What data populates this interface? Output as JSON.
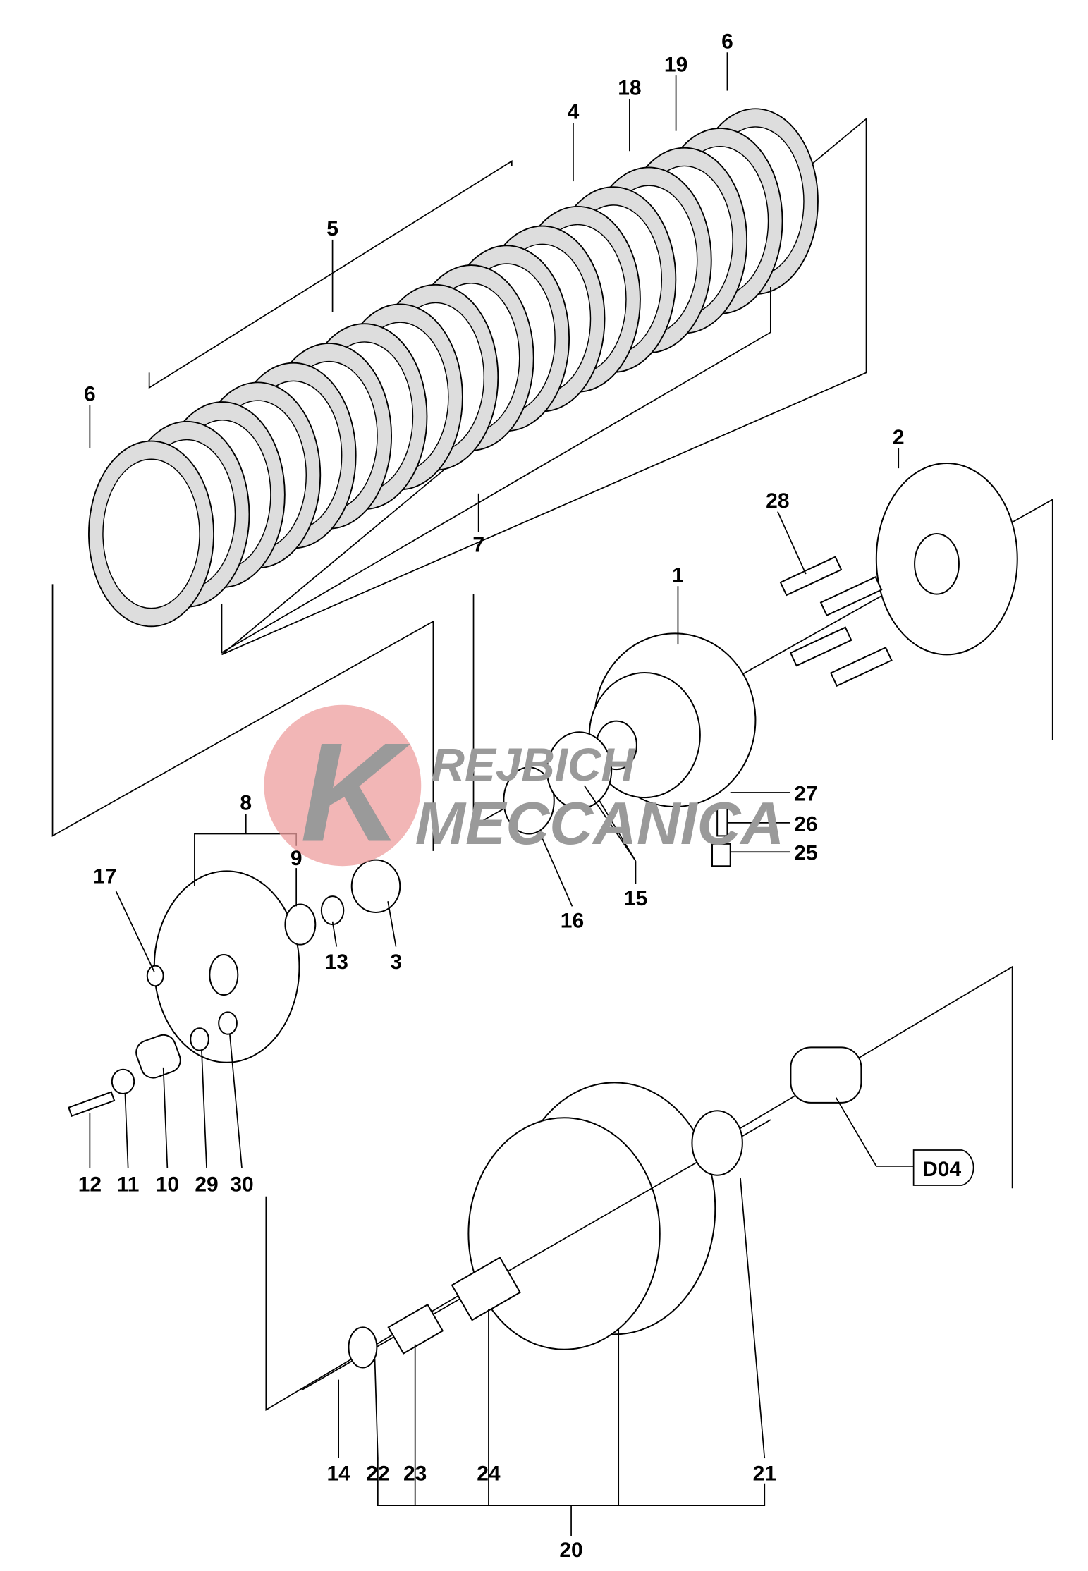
{
  "diagram": {
    "title": "Clutch assembly exploded view",
    "watermark": {
      "line1": "REJBICH",
      "line2": "MECCANICA",
      "letter": "K",
      "accent": "#e88a8a"
    },
    "callouts": [
      {
        "id": "6a",
        "text": "6"
      },
      {
        "id": "19",
        "text": "19"
      },
      {
        "id": "18",
        "text": "18"
      },
      {
        "id": "4",
        "text": "4"
      },
      {
        "id": "5",
        "text": "5"
      },
      {
        "id": "6b",
        "text": "6"
      },
      {
        "id": "7",
        "text": "7"
      },
      {
        "id": "2",
        "text": "2"
      },
      {
        "id": "28",
        "text": "28"
      },
      {
        "id": "1",
        "text": "1"
      },
      {
        "id": "27",
        "text": "27"
      },
      {
        "id": "26",
        "text": "26"
      },
      {
        "id": "25",
        "text": "25"
      },
      {
        "id": "8",
        "text": "8"
      },
      {
        "id": "9",
        "text": "9"
      },
      {
        "id": "17",
        "text": "17"
      },
      {
        "id": "16",
        "text": "16"
      },
      {
        "id": "15",
        "text": "15"
      },
      {
        "id": "13",
        "text": "13"
      },
      {
        "id": "3",
        "text": "3"
      },
      {
        "id": "12",
        "text": "12"
      },
      {
        "id": "11",
        "text": "11"
      },
      {
        "id": "10",
        "text": "10"
      },
      {
        "id": "29",
        "text": "29"
      },
      {
        "id": "30",
        "text": "30"
      },
      {
        "id": "D04",
        "text": "D04"
      },
      {
        "id": "14",
        "text": "14"
      },
      {
        "id": "22",
        "text": "22"
      },
      {
        "id": "23",
        "text": "23"
      },
      {
        "id": "24",
        "text": "24"
      },
      {
        "id": "21",
        "text": "21"
      },
      {
        "id": "20",
        "text": "20"
      }
    ]
  }
}
